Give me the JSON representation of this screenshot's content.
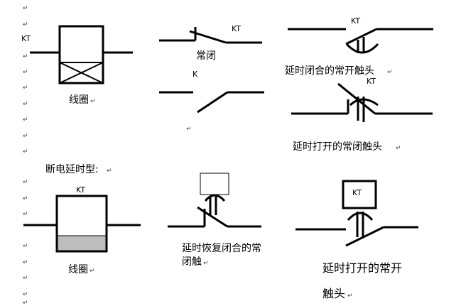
{
  "paragraph_mark": "↵",
  "labels": {
    "kt_coil": "KT",
    "coil_caption": "线圈",
    "nc_text": "常闭",
    "kt_nc": "KT",
    "k_label": "K",
    "kt_delay_no": "KT",
    "delay_close_no": "延时闭合的常开触头",
    "kt_delay_nc": "KT",
    "delay_open_nc": "延时打开的常闭触头",
    "off_delay_type": "断电延时型:",
    "kt_coil2": "KT",
    "coil_caption2": "线圈",
    "delay_restore_nc_1": "延时恢复闭合的常",
    "delay_restore_nc_2": "闭触",
    "kt_box": "KT",
    "delay_open_no_1": "延时打开的常开",
    "delay_open_no_2": "触头"
  }
}
